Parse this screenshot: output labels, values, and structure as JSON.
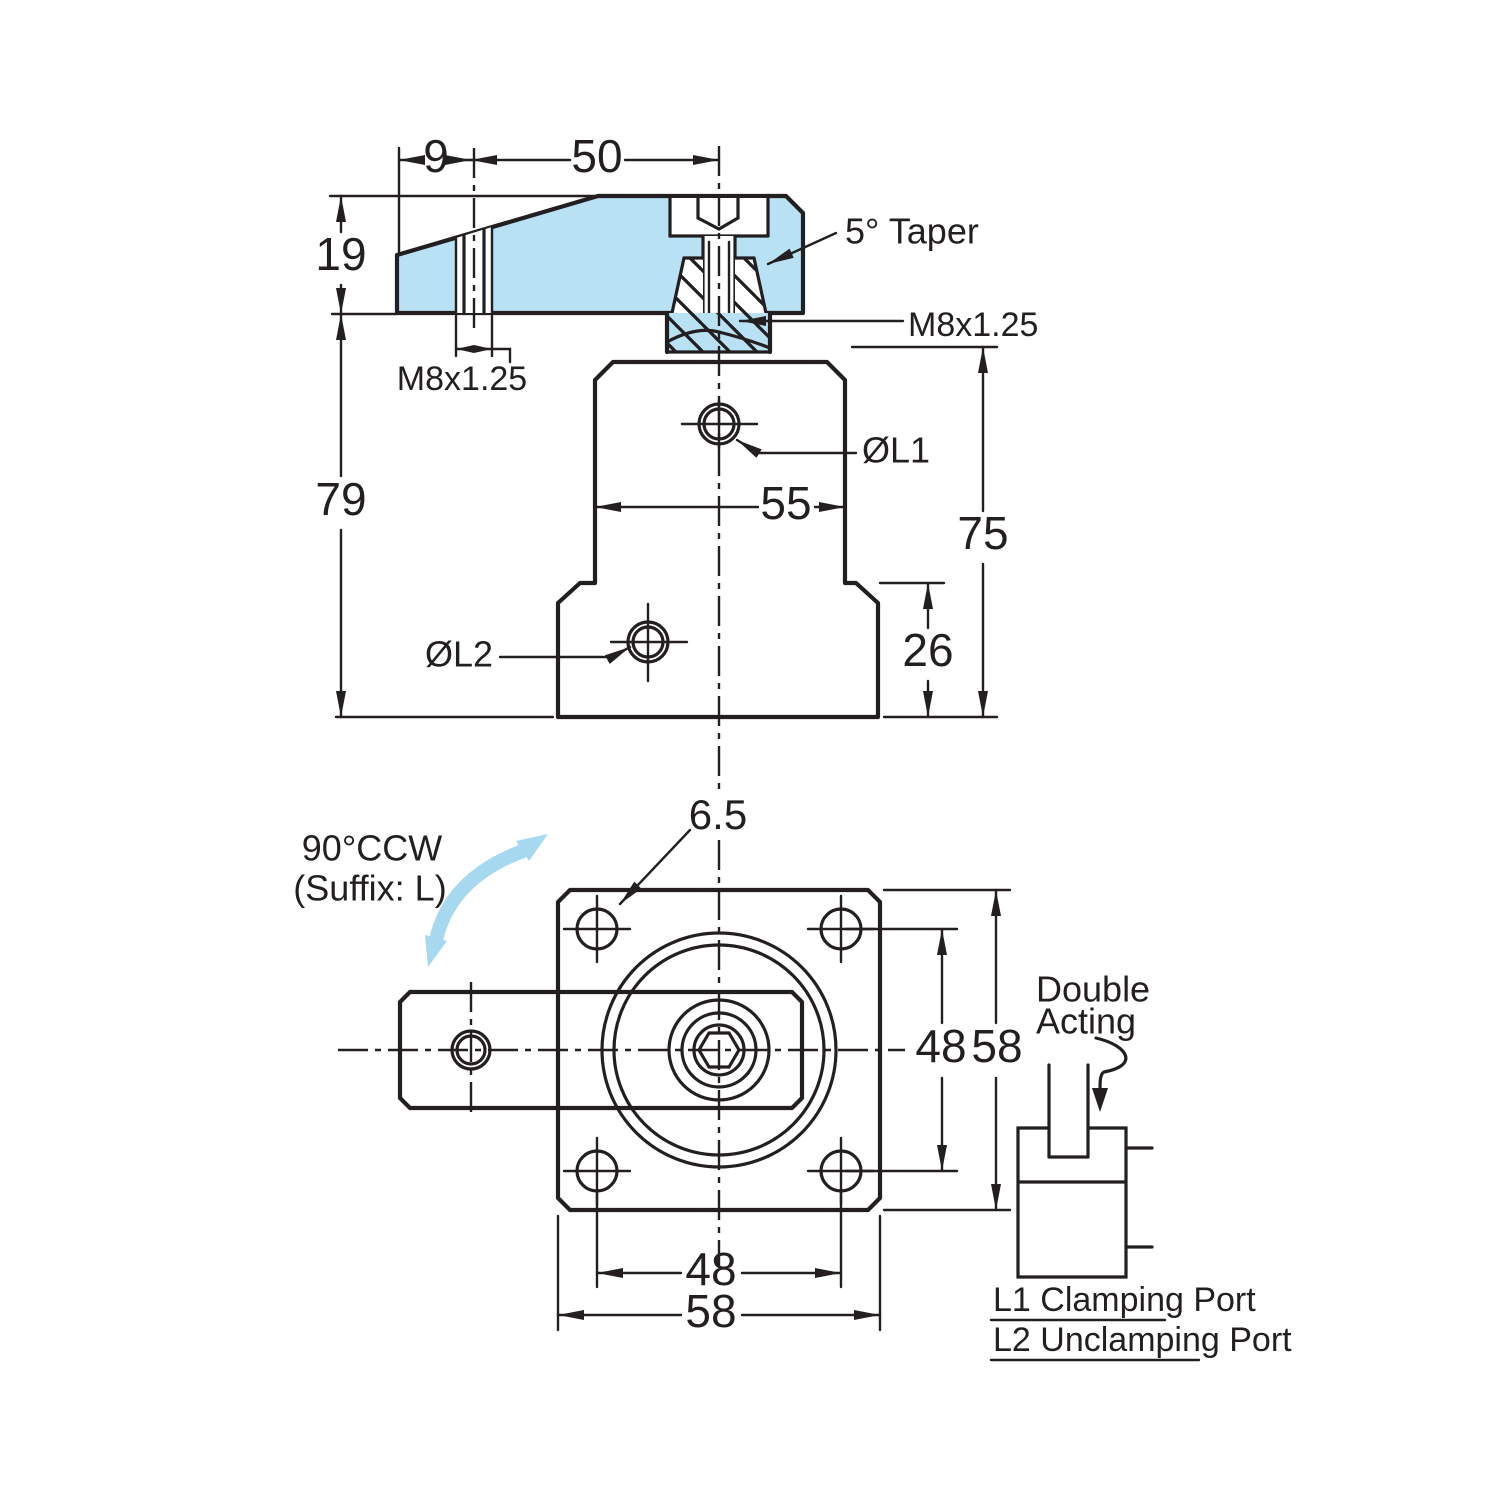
{
  "labels": {
    "dim_9": "9",
    "dim_50": "50",
    "dim_19": "19",
    "dim_79": "79",
    "dim_55": "55",
    "dim_75": "75",
    "dim_26": "26",
    "taper": "5° Taper",
    "thread_top": "M8x1.25",
    "thread_arm": "M8x1.25",
    "port_l1": "ØL1",
    "port_l2": "ØL2",
    "dim_65": "6.5",
    "dim_48_right": "48",
    "dim_58_right": "58",
    "dim_48_bottom": "48",
    "dim_58_bottom": "58",
    "rotation_line1": "90°CCW",
    "rotation_line2": "(Suffix: L)",
    "acting_line1": "Double",
    "acting_line2": "Acting",
    "l1_port_note": "L1 Clamping Port",
    "l2_port_note": "L2 Unclamping Port"
  },
  "colors": {
    "part_fill": "#b9e1f4",
    "accent_arrow": "#a6d8f0",
    "line": "#231f20"
  }
}
